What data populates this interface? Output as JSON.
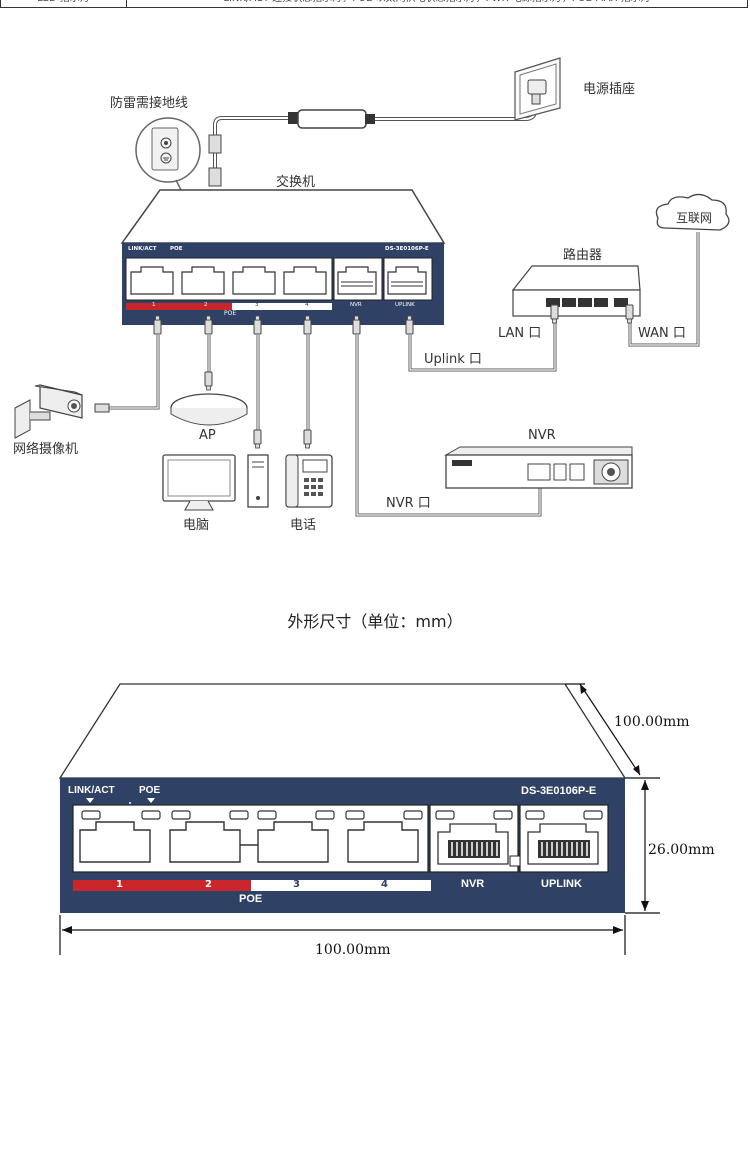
{
  "top_row": {
    "left_cell": "LED 指示灯",
    "right_cell": "LINK/ACT 连接状态指示灯，POE 以太网供电状态指示灯，PWR 电源指示灯，POE MAX 指示灯"
  },
  "topology": {
    "labels": {
      "lightning_ground": "防雷需接地线",
      "power_socket": "电源插座",
      "switch": "交换机",
      "internet": "互联网",
      "router": "路由器",
      "lan_port": "LAN 口",
      "wan_port": "WAN 口",
      "uplink_port": "Uplink 口",
      "camera": "网络摄像机",
      "ap": "AP",
      "computer": "电脑",
      "phone": "电话",
      "nvr": "NVR",
      "nvr_port": "NVR 口"
    },
    "switch_panel": {
      "link_act": "LINK/ACT",
      "poe": "POE",
      "model": "DS-3E0106P-E",
      "ports": [
        "1",
        "2",
        "3",
        "4"
      ],
      "poe_label": "POE",
      "nvr": "NVR",
      "uplink": "UPLINK"
    }
  },
  "dimensions": {
    "title": "外形尺寸（单位：mm）",
    "depth": "100.00mm",
    "height": "26.00mm",
    "width": "100.00mm",
    "panel": {
      "link_act": "LINK/ACT",
      "poe": "POE",
      "model": "DS-3E0106P-E",
      "ports": [
        "1",
        "2",
        "3",
        "4"
      ],
      "poe_label": "POE",
      "nvr": "NVR",
      "uplink": "UPLINK"
    }
  },
  "colors": {
    "panel": "#2f4266",
    "poe_red": "#c8262b",
    "line": "#555555"
  }
}
